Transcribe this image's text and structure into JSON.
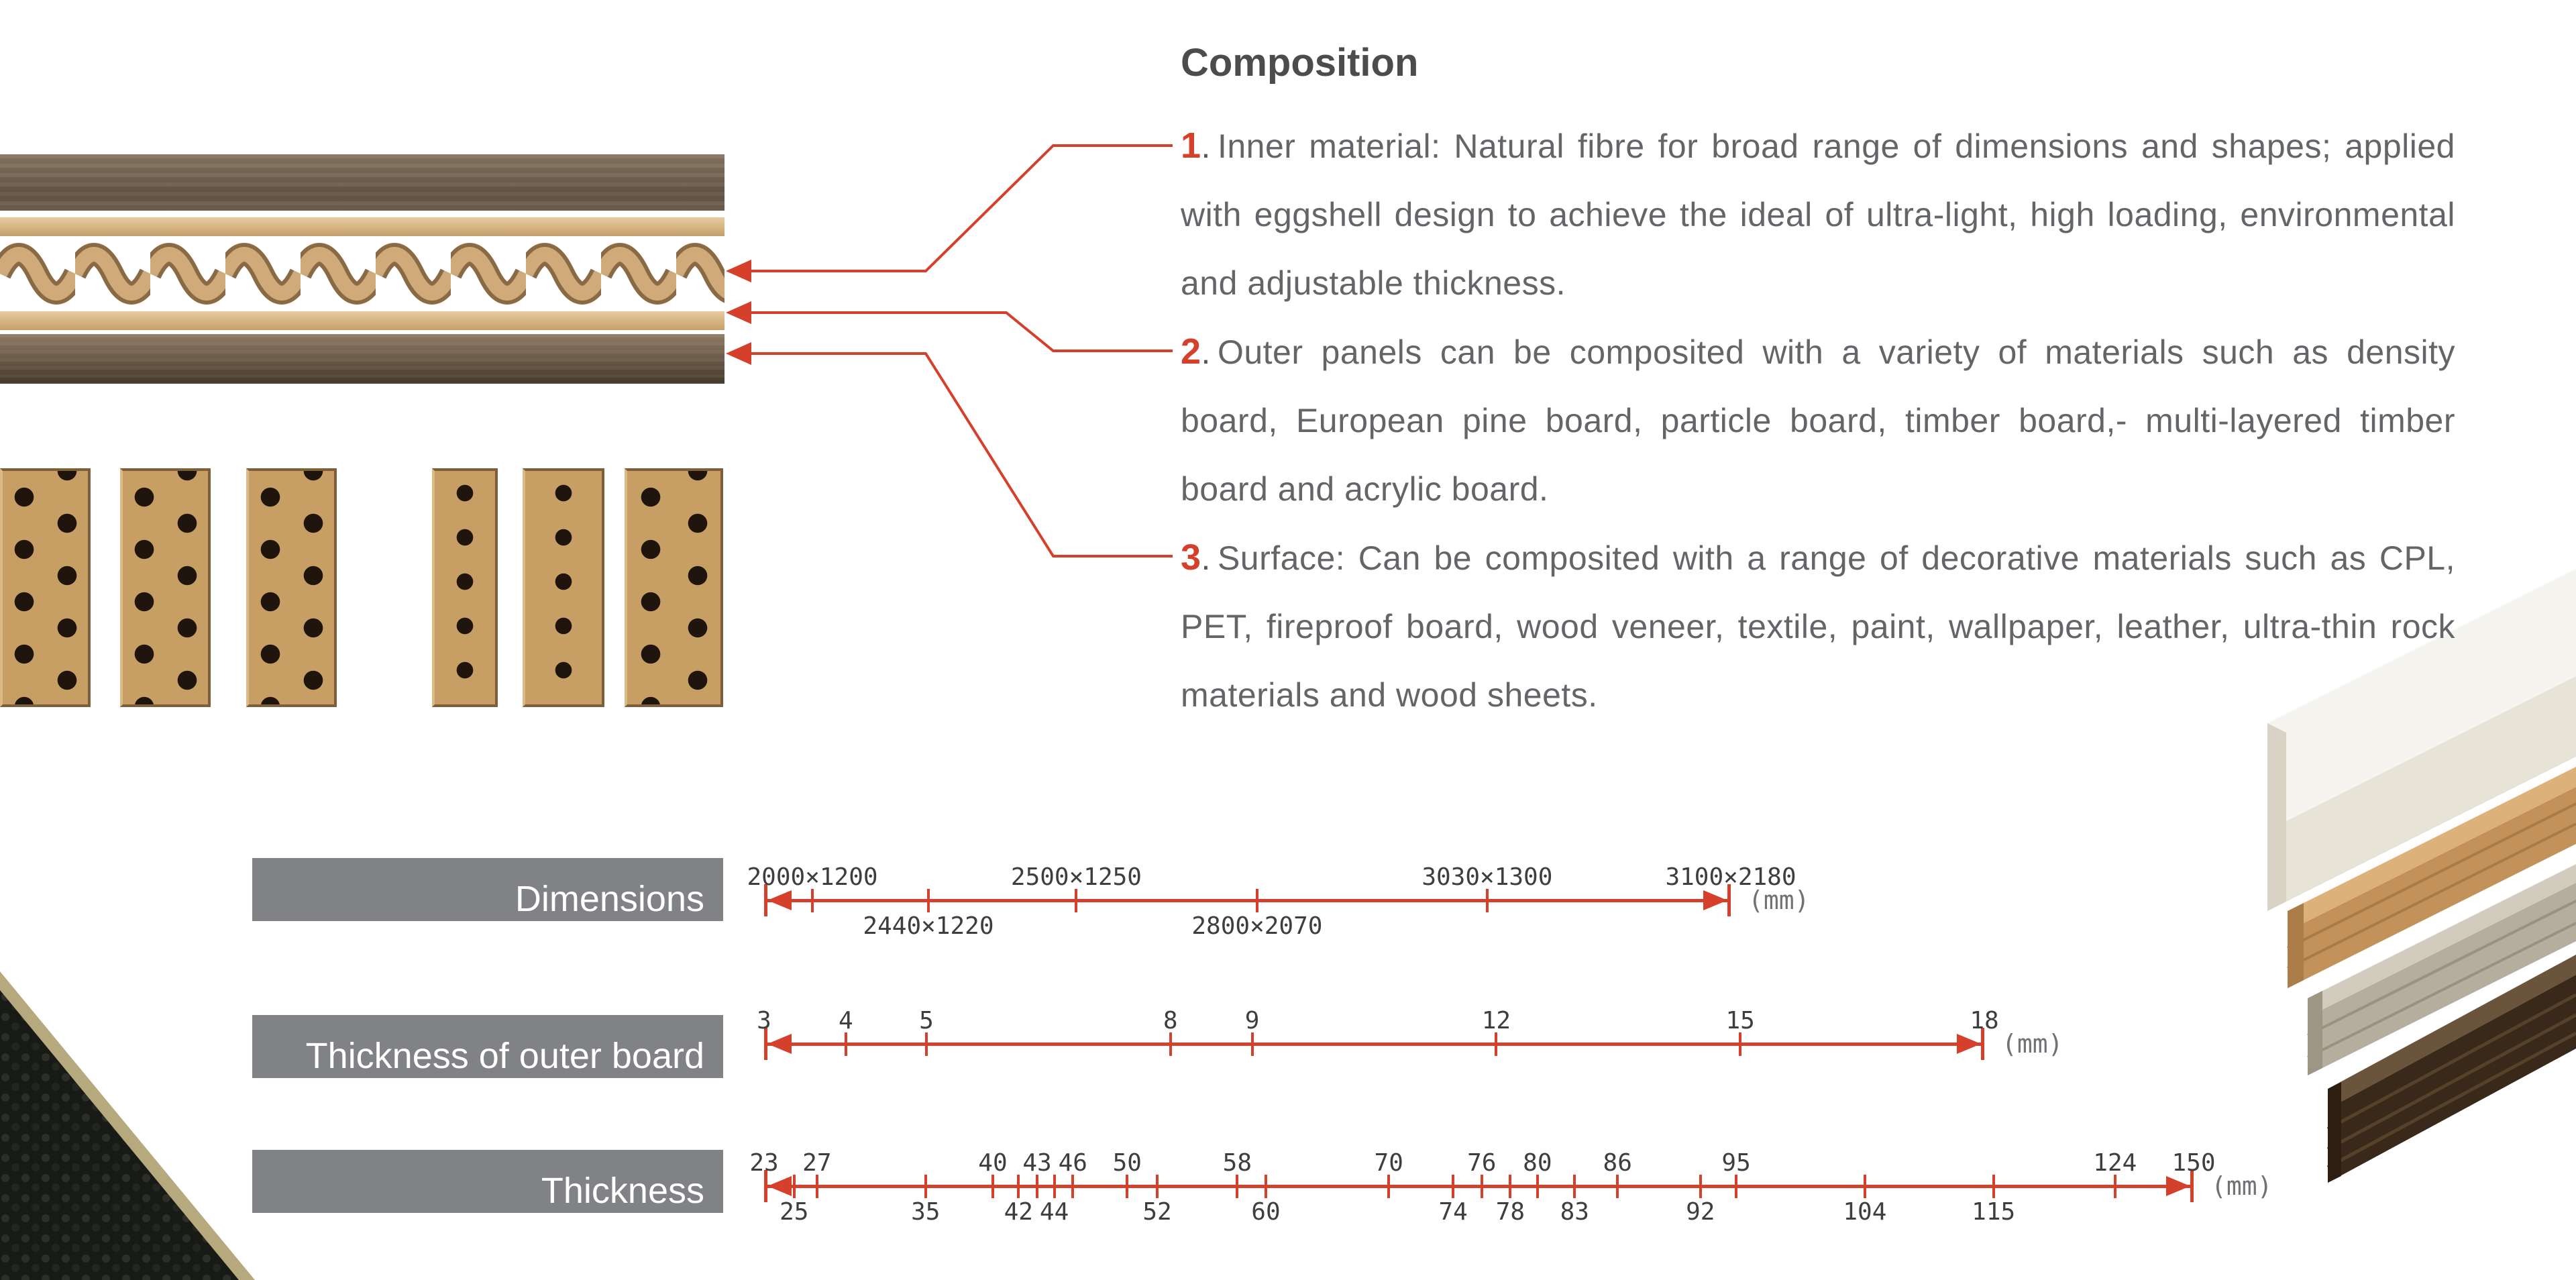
{
  "colors": {
    "accent_red": "#d5402c",
    "label_bar_gray": "#808285",
    "heading_text": "#4b4c4e",
    "body_text": "#646569",
    "tick_text": "#3d3e40",
    "unit_text": "#717276"
  },
  "composition": {
    "title": "Composition",
    "items": [
      {
        "number": "1",
        "separator": ".",
        "text": "Inner material: Natural fibre for broad range of dimensions and shapes; applied with eggshell design to achieve the ideal of ultra-light, high loading, environmental and adjustable thickness."
      },
      {
        "number": "2",
        "separator": ".",
        "text": "Outer panels can be composited with a variety of materials such as density board, European pine board, particle board, timber board,- multi-layered timber board and acrylic board."
      },
      {
        "number": "3",
        "separator": ".",
        "text": "Surface: Can be composited with a range of decorative materials such as CPL, PET, fireproof board, wood veneer, textile, paint, wallpaper, leather, ultra-thin rock materials and wood sheets."
      }
    ]
  },
  "scales": [
    {
      "name": "Dimensions",
      "unit": "(mm)",
      "ticks": [
        {
          "label": "2000×1200",
          "pos": 5,
          "side": "above"
        },
        {
          "label": "2440×1220",
          "pos": 17,
          "side": "below"
        },
        {
          "label": "2500×1250",
          "pos": 32.3,
          "side": "above"
        },
        {
          "label": "2800×2070",
          "pos": 51,
          "side": "below"
        },
        {
          "label": "3030×1300",
          "pos": 74.8,
          "side": "above"
        },
        {
          "label": "3100×2180",
          "pos": 100,
          "side": "above"
        }
      ]
    },
    {
      "name": "Thickness of outer board",
      "unit": "(mm)",
      "ticks": [
        {
          "label": "3",
          "pos": 0,
          "side": "above"
        },
        {
          "label": "4",
          "pos": 6.7,
          "side": "above"
        },
        {
          "label": "5",
          "pos": 13.3,
          "side": "above"
        },
        {
          "label": "8",
          "pos": 33.3,
          "side": "above"
        },
        {
          "label": "9",
          "pos": 40,
          "side": "above"
        },
        {
          "label": "12",
          "pos": 60,
          "side": "above"
        },
        {
          "label": "15",
          "pos": 80,
          "side": "above"
        },
        {
          "label": "18",
          "pos": 100,
          "side": "above"
        }
      ]
    },
    {
      "name": "Thickness",
      "unit": "(mm)",
      "ticks": [
        {
          "label": "23",
          "pos": 0,
          "side": "above"
        },
        {
          "label": "25",
          "pos": 2.1,
          "side": "below"
        },
        {
          "label": "27",
          "pos": 3.7,
          "side": "above"
        },
        {
          "label": "35",
          "pos": 11.3,
          "side": "below"
        },
        {
          "label": "40",
          "pos": 16,
          "side": "above"
        },
        {
          "label": "42",
          "pos": 17.8,
          "side": "below"
        },
        {
          "label": "43",
          "pos": 19.1,
          "side": "above"
        },
        {
          "label": "44",
          "pos": 20.3,
          "side": "below"
        },
        {
          "label": "46",
          "pos": 21.6,
          "side": "above"
        },
        {
          "label": "50",
          "pos": 25.4,
          "side": "above"
        },
        {
          "label": "52",
          "pos": 27.5,
          "side": "below"
        },
        {
          "label": "58",
          "pos": 33.1,
          "side": "above"
        },
        {
          "label": "60",
          "pos": 35.1,
          "side": "below"
        },
        {
          "label": "70",
          "pos": 43.7,
          "side": "above"
        },
        {
          "label": "74",
          "pos": 48.2,
          "side": "below"
        },
        {
          "label": "76",
          "pos": 50.2,
          "side": "above"
        },
        {
          "label": "78",
          "pos": 52.2,
          "side": "below"
        },
        {
          "label": "80",
          "pos": 54.1,
          "side": "above"
        },
        {
          "label": "83",
          "pos": 56.7,
          "side": "below"
        },
        {
          "label": "86",
          "pos": 59.7,
          "side": "above"
        },
        {
          "label": "92",
          "pos": 65.5,
          "side": "below"
        },
        {
          "label": "95",
          "pos": 68,
          "side": "above"
        },
        {
          "label": "104",
          "pos": 77,
          "side": "below"
        },
        {
          "label": "115",
          "pos": 86,
          "side": "below"
        },
        {
          "label": "124",
          "pos": 94.5,
          "side": "above"
        },
        {
          "label": "150",
          "pos": 100,
          "side": "above"
        }
      ]
    }
  ]
}
